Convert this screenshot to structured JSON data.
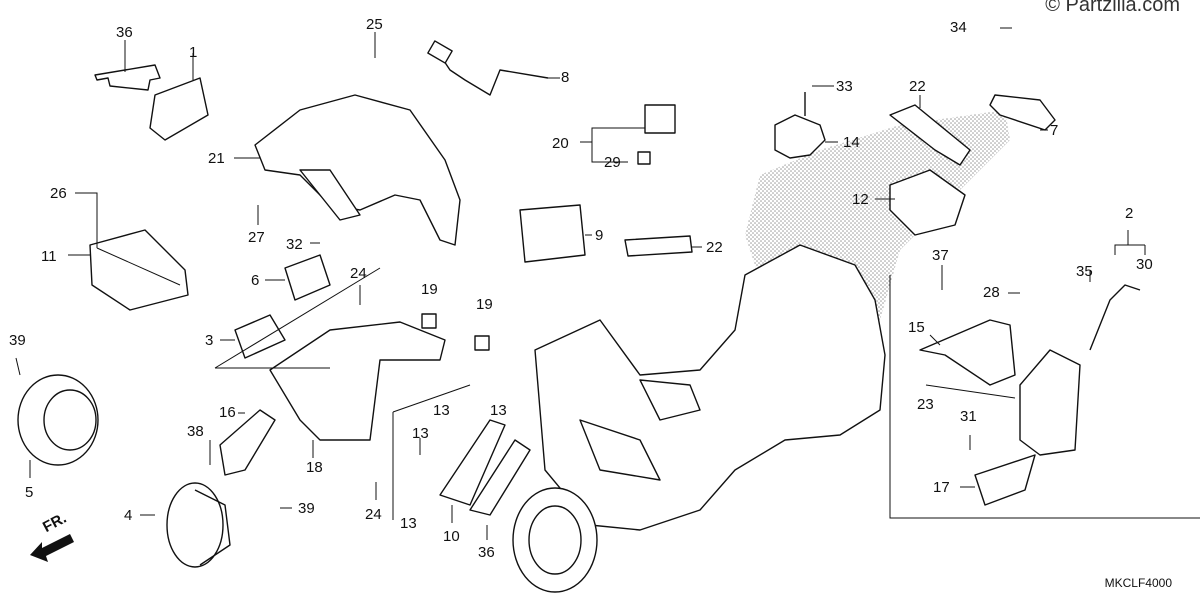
{
  "watermark": "© Partzilla.com",
  "diagram_code": "MKCLF4000",
  "direction_label": "FR.",
  "callouts": [
    {
      "id": "c36a",
      "text": "36"
    },
    {
      "id": "c1",
      "text": "1"
    },
    {
      "id": "c25",
      "text": "25"
    },
    {
      "id": "c8",
      "text": "8"
    },
    {
      "id": "c33",
      "text": "33"
    },
    {
      "id": "c34",
      "text": "34"
    },
    {
      "id": "c22a",
      "text": "22"
    },
    {
      "id": "c7",
      "text": "7"
    },
    {
      "id": "c20",
      "text": "20"
    },
    {
      "id": "c14",
      "text": "14"
    },
    {
      "id": "c29",
      "text": "29"
    },
    {
      "id": "c21",
      "text": "21"
    },
    {
      "id": "c26",
      "text": "26"
    },
    {
      "id": "c12",
      "text": "12"
    },
    {
      "id": "c9",
      "text": "9"
    },
    {
      "id": "c22b",
      "text": "22"
    },
    {
      "id": "c27",
      "text": "27"
    },
    {
      "id": "c32",
      "text": "32"
    },
    {
      "id": "c11",
      "text": "11"
    },
    {
      "id": "c2",
      "text": "2"
    },
    {
      "id": "c37",
      "text": "37"
    },
    {
      "id": "c35",
      "text": "35"
    },
    {
      "id": "c30",
      "text": "30"
    },
    {
      "id": "c6",
      "text": "6"
    },
    {
      "id": "c24a",
      "text": "24"
    },
    {
      "id": "c19a",
      "text": "19"
    },
    {
      "id": "c19b",
      "text": "19"
    },
    {
      "id": "c28",
      "text": "28"
    },
    {
      "id": "c15",
      "text": "15"
    },
    {
      "id": "c39a",
      "text": "39"
    },
    {
      "id": "c3",
      "text": "3"
    },
    {
      "id": "c23",
      "text": "23"
    },
    {
      "id": "c13a",
      "text": "13"
    },
    {
      "id": "c13b",
      "text": "13"
    },
    {
      "id": "c13c",
      "text": "13"
    },
    {
      "id": "c13d",
      "text": "13"
    },
    {
      "id": "c16",
      "text": "16"
    },
    {
      "id": "c38",
      "text": "38"
    },
    {
      "id": "c31",
      "text": "31"
    },
    {
      "id": "c5",
      "text": "5"
    },
    {
      "id": "c18",
      "text": "18"
    },
    {
      "id": "c17",
      "text": "17"
    },
    {
      "id": "c4",
      "text": "4"
    },
    {
      "id": "c39b",
      "text": "39"
    },
    {
      "id": "c24b",
      "text": "24"
    },
    {
      "id": "c10",
      "text": "10"
    },
    {
      "id": "c36b",
      "text": "36"
    }
  ]
}
